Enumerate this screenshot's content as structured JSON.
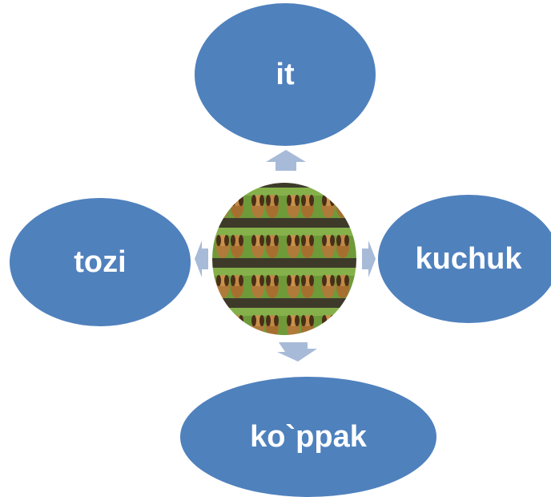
{
  "nodes": {
    "top": "it",
    "right": "kuchuk",
    "bottom": "ko`ppak",
    "left": "tozi"
  },
  "center_image": {
    "description_icon": "puppies-photo-icon",
    "colors": {
      "background": "#6e9a3a",
      "dog": "#b07a3a",
      "dog_dark": "#4a2e16"
    }
  },
  "colors": {
    "node": "#4f81bd",
    "arrow": "#a7bad8",
    "text": "#ffffff"
  }
}
